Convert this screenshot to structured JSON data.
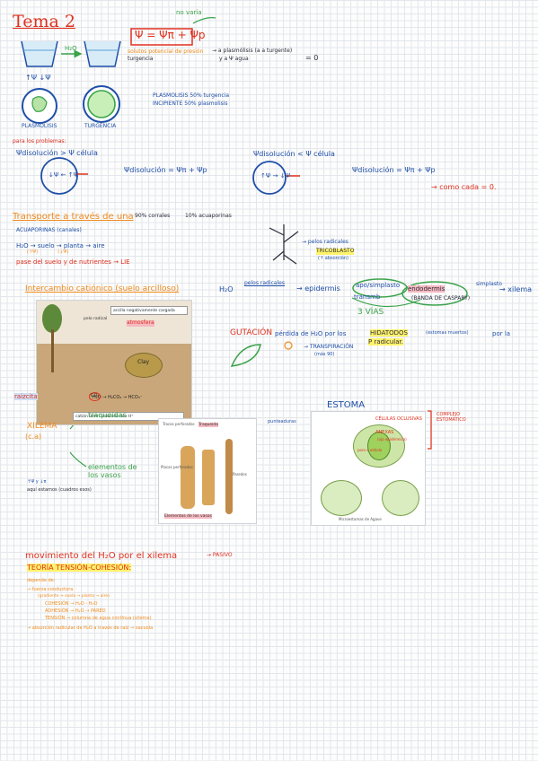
{
  "title": "Tema 2",
  "header": {
    "no_varia": "no varía",
    "formula": "Ψ = Ψπ + Ψp",
    "label_left": "solutos potencial de presión",
    "label_left2": "turgencia",
    "arrow_to": "→ a plasmólisis (a a turgente)",
    "arrow_to2": "y a Ψ agua",
    "zero": "= 0",
    "pm": "↑Ψ   ↓Ψ",
    "h2o": "H₂O",
    "plasmolisis": "PLASMOLISIS",
    "turgencia": "TURGENCIA",
    "pl_line1": "PLASMOLISIS 50% turgencia",
    "pl_line2": "INCIPIENTE 50% plasmolisis"
  },
  "problems": {
    "heading": "para los problemas:",
    "left_ineq": "Ψdisolución > Ψ célula",
    "left_arrows": "↓Ψ  ← ↑Ψ",
    "left_eq": "Ψdisolución = Ψπ + Ψp",
    "right_ineq": "Ψdisolución < Ψ célula",
    "right_arrows": "↑Ψ  → ↓Ψ",
    "right_eq": "Ψdisolución = Ψπ + Ψp",
    "right_note": "→ como cada = 0."
  },
  "transporte": {
    "heading": "Transporte a través de una",
    "pct1": "90% corrales",
    "pct2": "10% acuaporinas",
    "acuaporinas": "ACUAPORINAS (canales)",
    "flow": "H₂O → suelo → planta → aire",
    "flow_sub": "(↑Ψ)              (↓Ψ)",
    "line3": "pase del suelo y de nutrientes → LIE",
    "pelos": "→ pelos radicales",
    "tricoblasto": "TRICOBLASTO",
    "tricoblasto_sub": "(↑ absorción)"
  },
  "intercambio": {
    "heading": "Intercambio catiónico (suelo arcilloso)",
    "path_h2o": "H₂O",
    "path_pelos": "pelos radicales",
    "path_epi": "→ epidermis",
    "path_apo": "apo/simplasto",
    "path_trans": "transmb",
    "path_endo": "endodermis",
    "path_simp": "simplasto",
    "path_x": "→ xilema",
    "banda": "(BANDA DE CASPARY)",
    "tres_vias": "3 VÍAS",
    "gut_heading": "GUTACIÓN",
    "gut_text": "pérdida de H₂O por los",
    "hidatodos": "HIDATODOS",
    "hid_note": "(estomas muertos)",
    "p_rad": "P radicular.",
    "transp": "→ TRANSPIRACIÓN",
    "transp_sub": "(más 90)",
    "por_la": "por la",
    "fig_label1": "arcilla negativamente cargada",
    "fig_label2": "pelo radical",
    "fig_label3": "Clay",
    "fig_label4": "H₂O → H₂CO₃ → HCO₃⁻",
    "fig_label5": "catión intercambiado con H⁺",
    "fig_label6": "CO₂",
    "raizcita": "raizcita",
    "cites1": "atmosfera"
  },
  "xilema": {
    "label": "XILEMA",
    "sub": "(c.a)",
    "traqueidas": "traqueidas",
    "elementos": "elementos de los vasos",
    "note1": "↑Ψ y ↓π",
    "note2": "aquí estamos (cuadros esos)",
    "fig_t1": "Traqueida",
    "fig_t2": "Elementos de los vasos",
    "fig_t3": "punteaduras",
    "fig_t4": "Tracas perforadas",
    "fig_t5": "Placas perforadas",
    "fig_t6": "Paredes"
  },
  "estoma": {
    "heading": "ESTOMA",
    "lbl1": "CÉLULAS OCLUSIVAS",
    "lbl2": "ANEXAS",
    "lbl3": "(ojo epidérmica)",
    "poro": "poro o ostiolo",
    "complejo": "COMPLEJO ESTOMÁTICO",
    "fig_caption": "Microestomas de Agave"
  },
  "movimiento": {
    "heading": "movimiento del H₂O por el xilema",
    "pasivo": "→ PASIVO",
    "teoria": "TEORÍA  TENSIÓN-COHESIÓN:",
    "depende": "depende de:",
    "l1": "→ fuerza conductora",
    "l1b": "(gradiente → suelo → planta → aire)",
    "l2a": "COHESIÓN → H₂O - H₂O",
    "l2b": "ADHESIÓN → H₂O → PARED",
    "l2c": "TENSIÓN → columna de agua continua (xilema)",
    "l3": "→ absorción radicular de H₂O a través de raíz → vacuola"
  }
}
